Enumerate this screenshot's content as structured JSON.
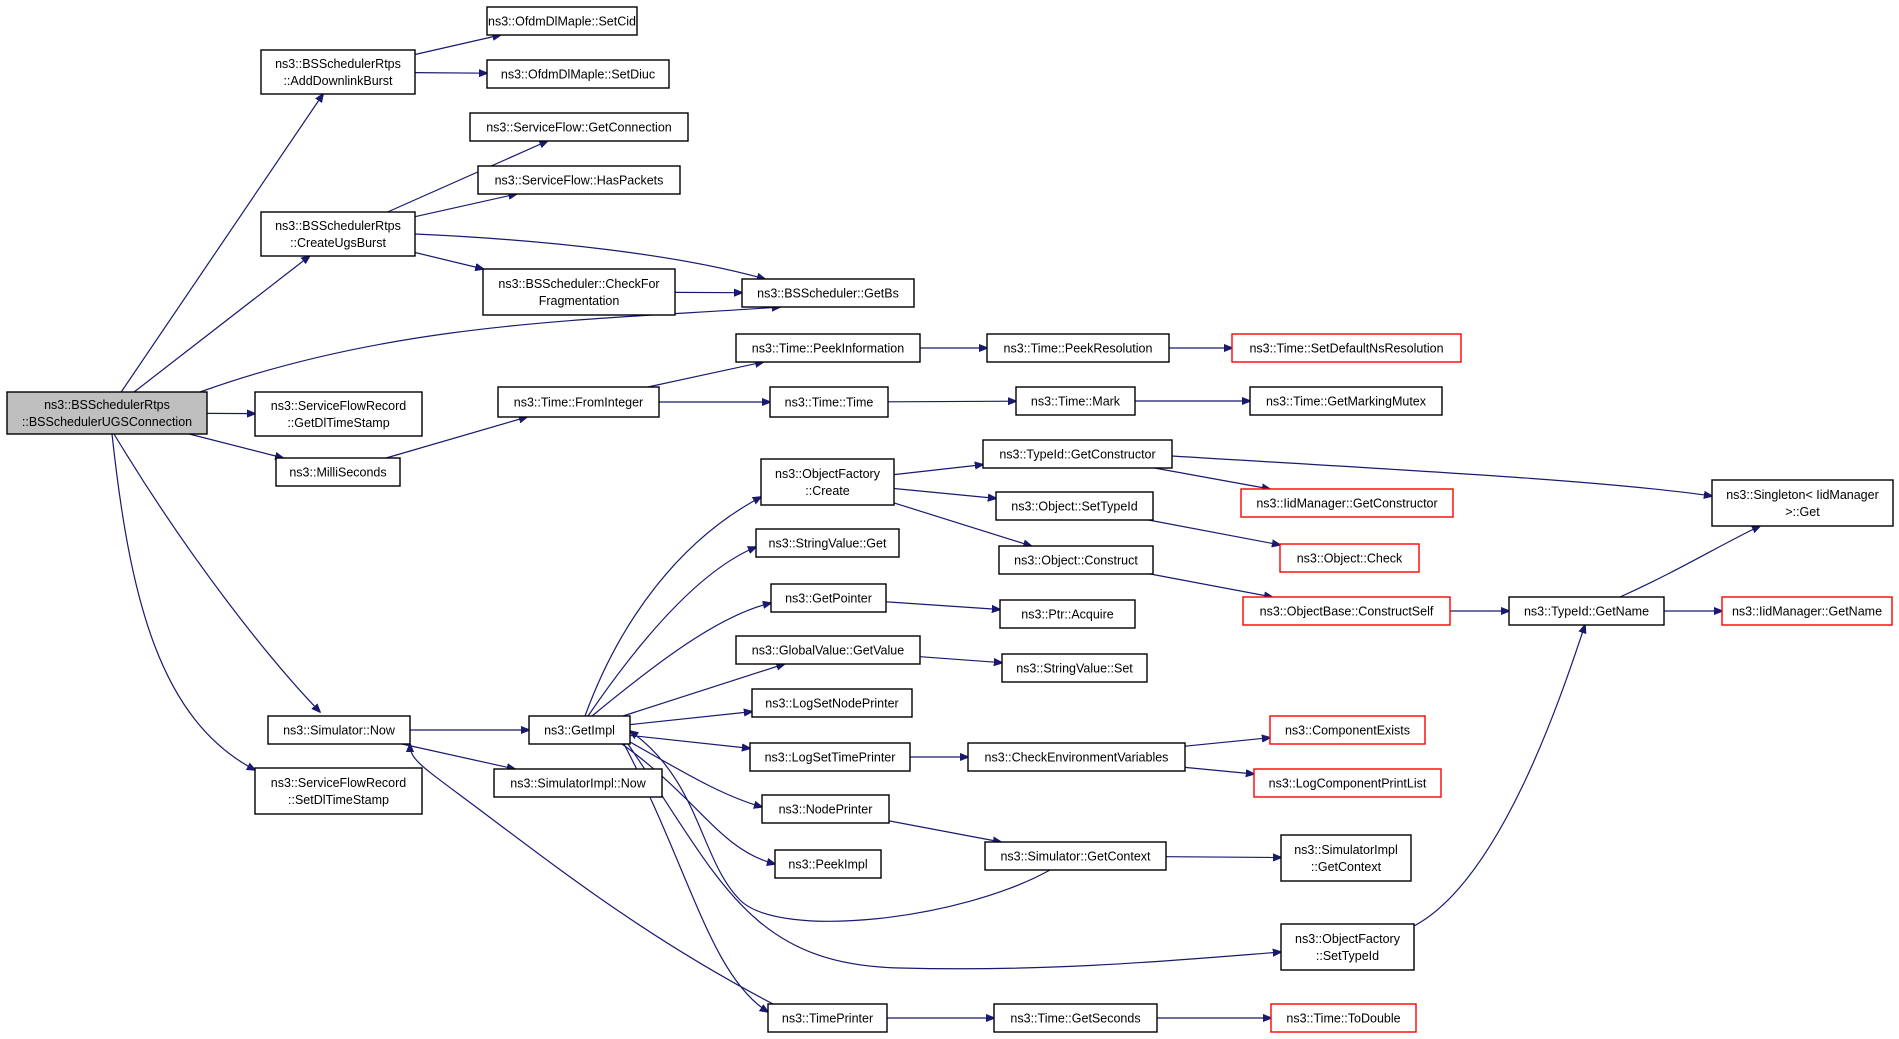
{
  "colors": {
    "edge": "#191970",
    "node_border": "#000000",
    "node_border_truncated": "#ff0000",
    "root_fill": "#bfbfbf",
    "node_fill": "#ffffff"
  },
  "nodes": [
    {
      "id": "root",
      "lines": [
        "ns3::BSSchedulerRtps",
        "::BSSchedulerUGSConnection"
      ],
      "style": "root"
    },
    {
      "id": "addDownlinkBurst",
      "lines": [
        "ns3::BSSchedulerRtps",
        "::AddDownlinkBurst"
      ],
      "style": "normal"
    },
    {
      "id": "setCid",
      "lines": [
        "ns3::OfdmDlMaple::SetCid"
      ],
      "style": "normal"
    },
    {
      "id": "setDiuc",
      "lines": [
        "ns3::OfdmDlMaple::SetDiuc"
      ],
      "style": "normal"
    },
    {
      "id": "getConnection",
      "lines": [
        "ns3::ServiceFlow::GetConnection"
      ],
      "style": "normal"
    },
    {
      "id": "hasPackets",
      "lines": [
        "ns3::ServiceFlow::HasPackets"
      ],
      "style": "normal"
    },
    {
      "id": "createUgsBurst",
      "lines": [
        "ns3::BSSchedulerRtps",
        "::CreateUgsBurst"
      ],
      "style": "normal"
    },
    {
      "id": "checkForFragmentation",
      "lines": [
        "ns3::BSScheduler::CheckFor",
        "Fragmentation"
      ],
      "style": "normal"
    },
    {
      "id": "getBs",
      "lines": [
        "ns3::BSScheduler::GetBs"
      ],
      "style": "normal"
    },
    {
      "id": "peekInformation",
      "lines": [
        "ns3::Time::PeekInformation"
      ],
      "style": "normal"
    },
    {
      "id": "peekResolution",
      "lines": [
        "ns3::Time::PeekResolution"
      ],
      "style": "normal"
    },
    {
      "id": "setDefaultNsResolution",
      "lines": [
        "ns3::Time::SetDefaultNsResolution"
      ],
      "style": "truncated"
    },
    {
      "id": "getDlTimeStamp",
      "lines": [
        "ns3::ServiceFlowRecord",
        "::GetDlTimeStamp"
      ],
      "style": "normal"
    },
    {
      "id": "fromInteger",
      "lines": [
        "ns3::Time::FromInteger"
      ],
      "style": "normal"
    },
    {
      "id": "timeTime",
      "lines": [
        "ns3::Time::Time"
      ],
      "style": "normal"
    },
    {
      "id": "timeMark",
      "lines": [
        "ns3::Time::Mark"
      ],
      "style": "normal"
    },
    {
      "id": "getMarkingMutex",
      "lines": [
        "ns3::Time::GetMarkingMutex"
      ],
      "style": "normal"
    },
    {
      "id": "milliSeconds",
      "lines": [
        "ns3::MilliSeconds"
      ],
      "style": "normal"
    },
    {
      "id": "objectFactoryCreate",
      "lines": [
        "ns3::ObjectFactory",
        "::Create"
      ],
      "style": "normal"
    },
    {
      "id": "getConstructor",
      "lines": [
        "ns3::TypeId::GetConstructor"
      ],
      "style": "normal"
    },
    {
      "id": "iidGetConstructor",
      "lines": [
        "ns3::IidManager::GetConstructor"
      ],
      "style": "truncated"
    },
    {
      "id": "singletonGet",
      "lines": [
        "ns3::Singleton< IidManager",
        ">::Get"
      ],
      "style": "normal"
    },
    {
      "id": "setTypeId",
      "lines": [
        "ns3::Object::SetTypeId"
      ],
      "style": "normal"
    },
    {
      "id": "objectCheck",
      "lines": [
        "ns3::Object::Check"
      ],
      "style": "truncated"
    },
    {
      "id": "stringValueGet",
      "lines": [
        "ns3::StringValue::Get"
      ],
      "style": "normal"
    },
    {
      "id": "objectConstruct",
      "lines": [
        "ns3::Object::Construct"
      ],
      "style": "normal"
    },
    {
      "id": "getPointer",
      "lines": [
        "ns3::GetPointer"
      ],
      "style": "normal"
    },
    {
      "id": "ptrAcquire",
      "lines": [
        "ns3::Ptr::Acquire"
      ],
      "style": "normal"
    },
    {
      "id": "constructSelf",
      "lines": [
        "ns3::ObjectBase::ConstructSelf"
      ],
      "style": "truncated"
    },
    {
      "id": "typeIdGetName",
      "lines": [
        "ns3::TypeId::GetName"
      ],
      "style": "normal"
    },
    {
      "id": "iidGetName",
      "lines": [
        "ns3::IidManager::GetName"
      ],
      "style": "truncated"
    },
    {
      "id": "globalValueGetValue",
      "lines": [
        "ns3::GlobalValue::GetValue"
      ],
      "style": "normal"
    },
    {
      "id": "stringValueSet",
      "lines": [
        "ns3::StringValue::Set"
      ],
      "style": "normal"
    },
    {
      "id": "logSetNodePrinter",
      "lines": [
        "ns3::LogSetNodePrinter"
      ],
      "style": "normal"
    },
    {
      "id": "simulatorNow",
      "lines": [
        "ns3::Simulator::Now"
      ],
      "style": "normal"
    },
    {
      "id": "getImpl",
      "lines": [
        "ns3::GetImpl"
      ],
      "style": "normal"
    },
    {
      "id": "componentExists",
      "lines": [
        "ns3::ComponentExists"
      ],
      "style": "truncated"
    },
    {
      "id": "logSetTimePrinter",
      "lines": [
        "ns3::LogSetTimePrinter"
      ],
      "style": "normal"
    },
    {
      "id": "checkEnvironmentVariables",
      "lines": [
        "ns3::CheckEnvironmentVariables"
      ],
      "style": "normal"
    },
    {
      "id": "logComponentPrintList",
      "lines": [
        "ns3::LogComponentPrintList"
      ],
      "style": "truncated"
    },
    {
      "id": "setDlTimeStamp",
      "lines": [
        "ns3::ServiceFlowRecord",
        "::SetDlTimeStamp"
      ],
      "style": "normal"
    },
    {
      "id": "simulatorImplNow",
      "lines": [
        "ns3::SimulatorImpl::Now"
      ],
      "style": "normal"
    },
    {
      "id": "nodePrinter",
      "lines": [
        "ns3::NodePrinter"
      ],
      "style": "normal"
    },
    {
      "id": "simulatorGetContext",
      "lines": [
        "ns3::Simulator::GetContext"
      ],
      "style": "normal"
    },
    {
      "id": "simulatorImplGetContext",
      "lines": [
        "ns3::SimulatorImpl",
        "::GetContext"
      ],
      "style": "normal"
    },
    {
      "id": "peekImpl",
      "lines": [
        "ns3::PeekImpl"
      ],
      "style": "normal"
    },
    {
      "id": "objectFactorySetTypeId",
      "lines": [
        "ns3::ObjectFactory",
        "::SetTypeId"
      ],
      "style": "normal"
    },
    {
      "id": "timePrinter",
      "lines": [
        "ns3::TimePrinter"
      ],
      "style": "normal"
    },
    {
      "id": "timeGetSeconds",
      "lines": [
        "ns3::Time::GetSeconds"
      ],
      "style": "normal"
    },
    {
      "id": "timeToDouble",
      "lines": [
        "ns3::Time::ToDouble"
      ],
      "style": "truncated"
    }
  ],
  "edges": [
    {
      "from": "root",
      "to": "addDownlinkBurst"
    },
    {
      "from": "root",
      "to": "createUgsBurst"
    },
    {
      "from": "root",
      "to": "getBs"
    },
    {
      "from": "root",
      "to": "getDlTimeStamp"
    },
    {
      "from": "root",
      "to": "milliSeconds"
    },
    {
      "from": "root",
      "to": "simulatorNow"
    },
    {
      "from": "root",
      "to": "setDlTimeStamp"
    },
    {
      "from": "addDownlinkBurst",
      "to": "setCid"
    },
    {
      "from": "addDownlinkBurst",
      "to": "setDiuc"
    },
    {
      "from": "createUgsBurst",
      "to": "getConnection"
    },
    {
      "from": "createUgsBurst",
      "to": "hasPackets"
    },
    {
      "from": "createUgsBurst",
      "to": "checkForFragmentation"
    },
    {
      "from": "createUgsBurst",
      "to": "getBs"
    },
    {
      "from": "checkForFragmentation",
      "to": "getBs"
    },
    {
      "from": "milliSeconds",
      "to": "fromInteger"
    },
    {
      "from": "fromInteger",
      "to": "peekInformation"
    },
    {
      "from": "fromInteger",
      "to": "timeTime"
    },
    {
      "from": "peekInformation",
      "to": "peekResolution"
    },
    {
      "from": "peekResolution",
      "to": "setDefaultNsResolution"
    },
    {
      "from": "timeTime",
      "to": "timeMark"
    },
    {
      "from": "timeMark",
      "to": "getMarkingMutex"
    },
    {
      "from": "simulatorNow",
      "to": "getImpl"
    },
    {
      "from": "simulatorNow",
      "to": "simulatorImplNow"
    },
    {
      "from": "getImpl",
      "to": "objectFactoryCreate"
    },
    {
      "from": "getImpl",
      "to": "stringValueGet"
    },
    {
      "from": "getImpl",
      "to": "getPointer"
    },
    {
      "from": "getImpl",
      "to": "globalValueGetValue"
    },
    {
      "from": "getImpl",
      "to": "logSetNodePrinter"
    },
    {
      "from": "getImpl",
      "to": "logSetTimePrinter"
    },
    {
      "from": "getImpl",
      "to": "nodePrinter"
    },
    {
      "from": "getImpl",
      "to": "peekImpl"
    },
    {
      "from": "getImpl",
      "to": "objectFactorySetTypeId"
    },
    {
      "from": "getImpl",
      "to": "timePrinter"
    },
    {
      "from": "objectFactoryCreate",
      "to": "getConstructor"
    },
    {
      "from": "objectFactoryCreate",
      "to": "setTypeId"
    },
    {
      "from": "objectFactoryCreate",
      "to": "objectConstruct"
    },
    {
      "from": "getConstructor",
      "to": "iidGetConstructor"
    },
    {
      "from": "getConstructor",
      "to": "singletonGet"
    },
    {
      "from": "setTypeId",
      "to": "objectCheck"
    },
    {
      "from": "objectConstruct",
      "to": "constructSelf"
    },
    {
      "from": "constructSelf",
      "to": "typeIdGetName"
    },
    {
      "from": "typeIdGetName",
      "to": "singletonGet"
    },
    {
      "from": "typeIdGetName",
      "to": "iidGetName"
    },
    {
      "from": "getPointer",
      "to": "ptrAcquire"
    },
    {
      "from": "globalValueGetValue",
      "to": "stringValueSet"
    },
    {
      "from": "logSetTimePrinter",
      "to": "checkEnvironmentVariables"
    },
    {
      "from": "checkEnvironmentVariables",
      "to": "componentExists"
    },
    {
      "from": "checkEnvironmentVariables",
      "to": "logComponentPrintList"
    },
    {
      "from": "nodePrinter",
      "to": "simulatorGetContext"
    },
    {
      "from": "simulatorGetContext",
      "to": "simulatorImplGetContext"
    },
    {
      "from": "simulatorGetContext",
      "to": "getImpl"
    },
    {
      "from": "objectFactorySetTypeId",
      "to": "typeIdGetName"
    },
    {
      "from": "timePrinter",
      "to": "simulatorNow"
    },
    {
      "from": "timePrinter",
      "to": "timeGetSeconds"
    },
    {
      "from": "timeGetSeconds",
      "to": "timeToDouble"
    }
  ]
}
